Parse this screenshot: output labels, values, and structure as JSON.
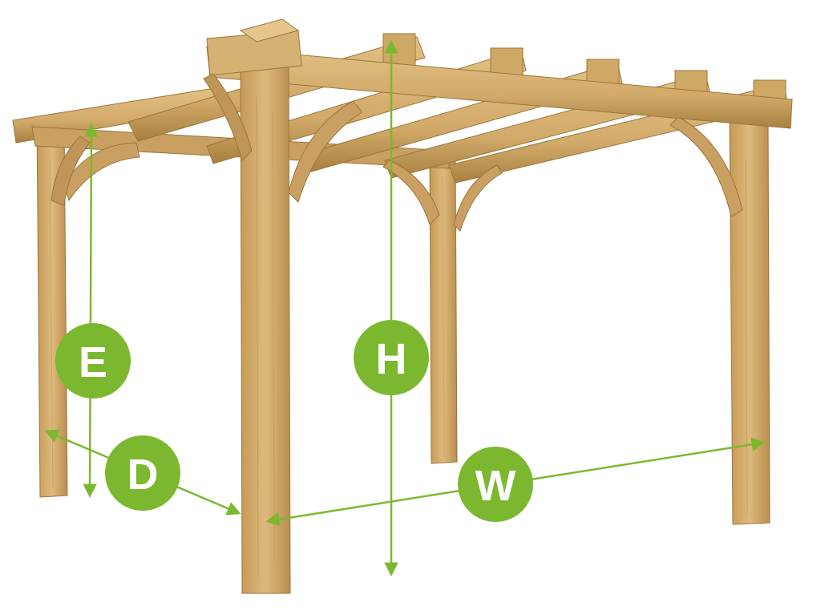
{
  "diagram": {
    "subject": "pergola",
    "colors": {
      "wood_light": "#D9B477",
      "wood_mid": "#C89E5E",
      "wood_dark": "#A98043",
      "wood_shadow": "#8E6A36",
      "dimension_green": "#7CB82F",
      "badge_text": "#FFFFFF"
    },
    "dimensions": {
      "height": {
        "label": "H"
      },
      "width": {
        "label": "W"
      },
      "depth": {
        "label": "D"
      },
      "eave": {
        "label": "E"
      }
    }
  }
}
